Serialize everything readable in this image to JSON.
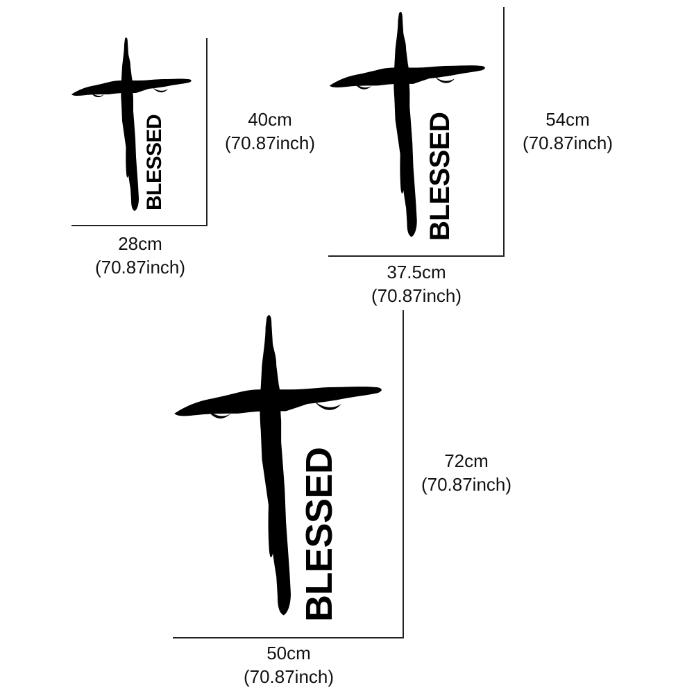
{
  "decals": [
    {
      "text": "BLESSED",
      "height_label": "40cm",
      "height_label_inch": "(70.87inch)",
      "width_label": "28cm",
      "width_label_inch": "(70.87inch)"
    },
    {
      "text": "BLESSED",
      "height_label": "54cm",
      "height_label_inch": "(70.87inch)",
      "width_label": "37.5cm",
      "width_label_inch": "(70.87inch)"
    },
    {
      "text": "BLESSED",
      "height_label": "72cm",
      "height_label_inch": "(70.87inch)",
      "width_label": "50cm",
      "width_label_inch": "(70.87inch)"
    }
  ],
  "colors": {
    "cross": "#000000",
    "frame": "#222222",
    "background": "#ffffff"
  }
}
